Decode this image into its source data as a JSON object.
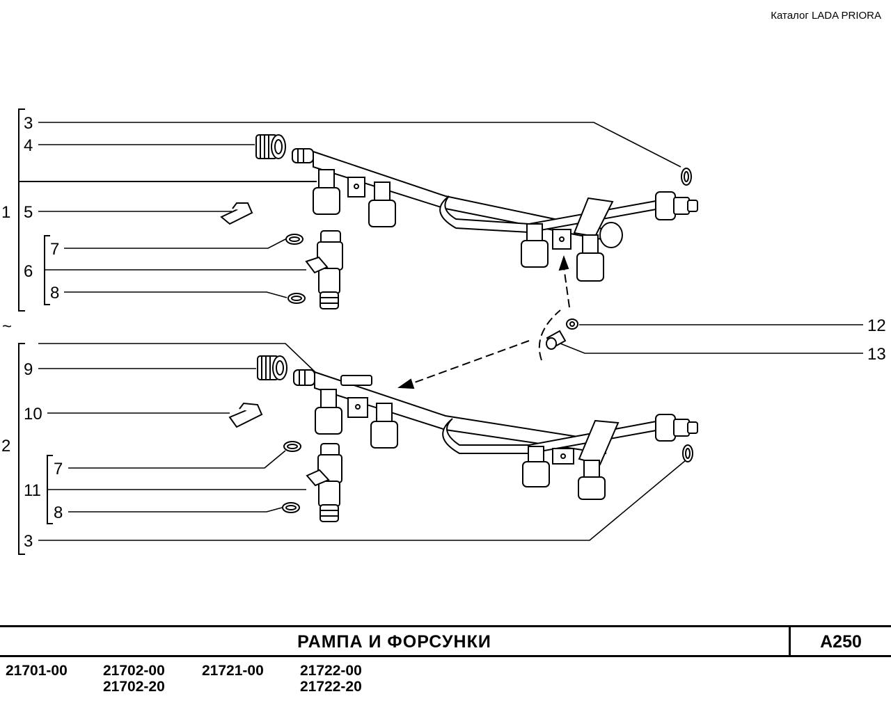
{
  "header": {
    "catalog": "Каталог  LADA  PRIORA"
  },
  "callouts": {
    "c3a": "3",
    "c4": "4",
    "c1": "1",
    "c5": "5",
    "c6": "6",
    "c7a": "7",
    "c8a": "8",
    "tilde": "~",
    "c9": "9",
    "c10": "10",
    "c2": "2",
    "c11": "11",
    "c7b": "7",
    "c8b": "8",
    "c3b": "3",
    "c12": "12",
    "c13": "13"
  },
  "footer": {
    "title": "РАМПА   И   ФОРСУНКИ",
    "code": "А250",
    "models": [
      "21701-00",
      "21702-00",
      "21721-00",
      "21722-00",
      "21702-20",
      "21722-20"
    ]
  }
}
